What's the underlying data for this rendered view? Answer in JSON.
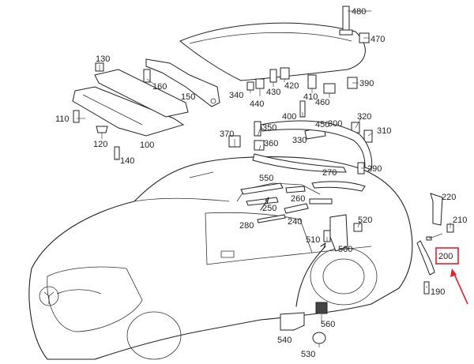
{
  "colors": {
    "line": "#222222",
    "highlight": "#e8202a",
    "background": "#ffffff"
  },
  "highlight": {
    "label": "200"
  },
  "callouts": [
    {
      "id": "480",
      "label": "480"
    },
    {
      "id": "470",
      "label": "470"
    },
    {
      "id": "130",
      "label": "130"
    },
    {
      "id": "160",
      "label": "160"
    },
    {
      "id": "150",
      "label": "150"
    },
    {
      "id": "340",
      "label": "340"
    },
    {
      "id": "440",
      "label": "440"
    },
    {
      "id": "430",
      "label": "430"
    },
    {
      "id": "420",
      "label": "420"
    },
    {
      "id": "410",
      "label": "410"
    },
    {
      "id": "460",
      "label": "460"
    },
    {
      "id": "390",
      "label": "390"
    },
    {
      "id": "110",
      "label": "110"
    },
    {
      "id": "120",
      "label": "120"
    },
    {
      "id": "100",
      "label": "100"
    },
    {
      "id": "140",
      "label": "140"
    },
    {
      "id": "400",
      "label": "400"
    },
    {
      "id": "450",
      "label": "450"
    },
    {
      "id": "300",
      "label": "300"
    },
    {
      "id": "320",
      "label": "320"
    },
    {
      "id": "310",
      "label": "310"
    },
    {
      "id": "370",
      "label": "370"
    },
    {
      "id": "350",
      "label": "350"
    },
    {
      "id": "360",
      "label": "360"
    },
    {
      "id": "330",
      "label": "330"
    },
    {
      "id": "290",
      "label": "290"
    },
    {
      "id": "550",
      "label": "550"
    },
    {
      "id": "270",
      "label": "270"
    },
    {
      "id": "260",
      "label": "260"
    },
    {
      "id": "250",
      "label": "250"
    },
    {
      "id": "240",
      "label": "240"
    },
    {
      "id": "280",
      "label": "280"
    },
    {
      "id": "520",
      "label": "520"
    },
    {
      "id": "510",
      "label": "510"
    },
    {
      "id": "500",
      "label": "500"
    },
    {
      "id": "220",
      "label": "220"
    },
    {
      "id": "210",
      "label": "210"
    },
    {
      "id": "190",
      "label": "190"
    },
    {
      "id": "540",
      "label": "540"
    },
    {
      "id": "560",
      "label": "560"
    },
    {
      "id": "530",
      "label": "530"
    }
  ]
}
